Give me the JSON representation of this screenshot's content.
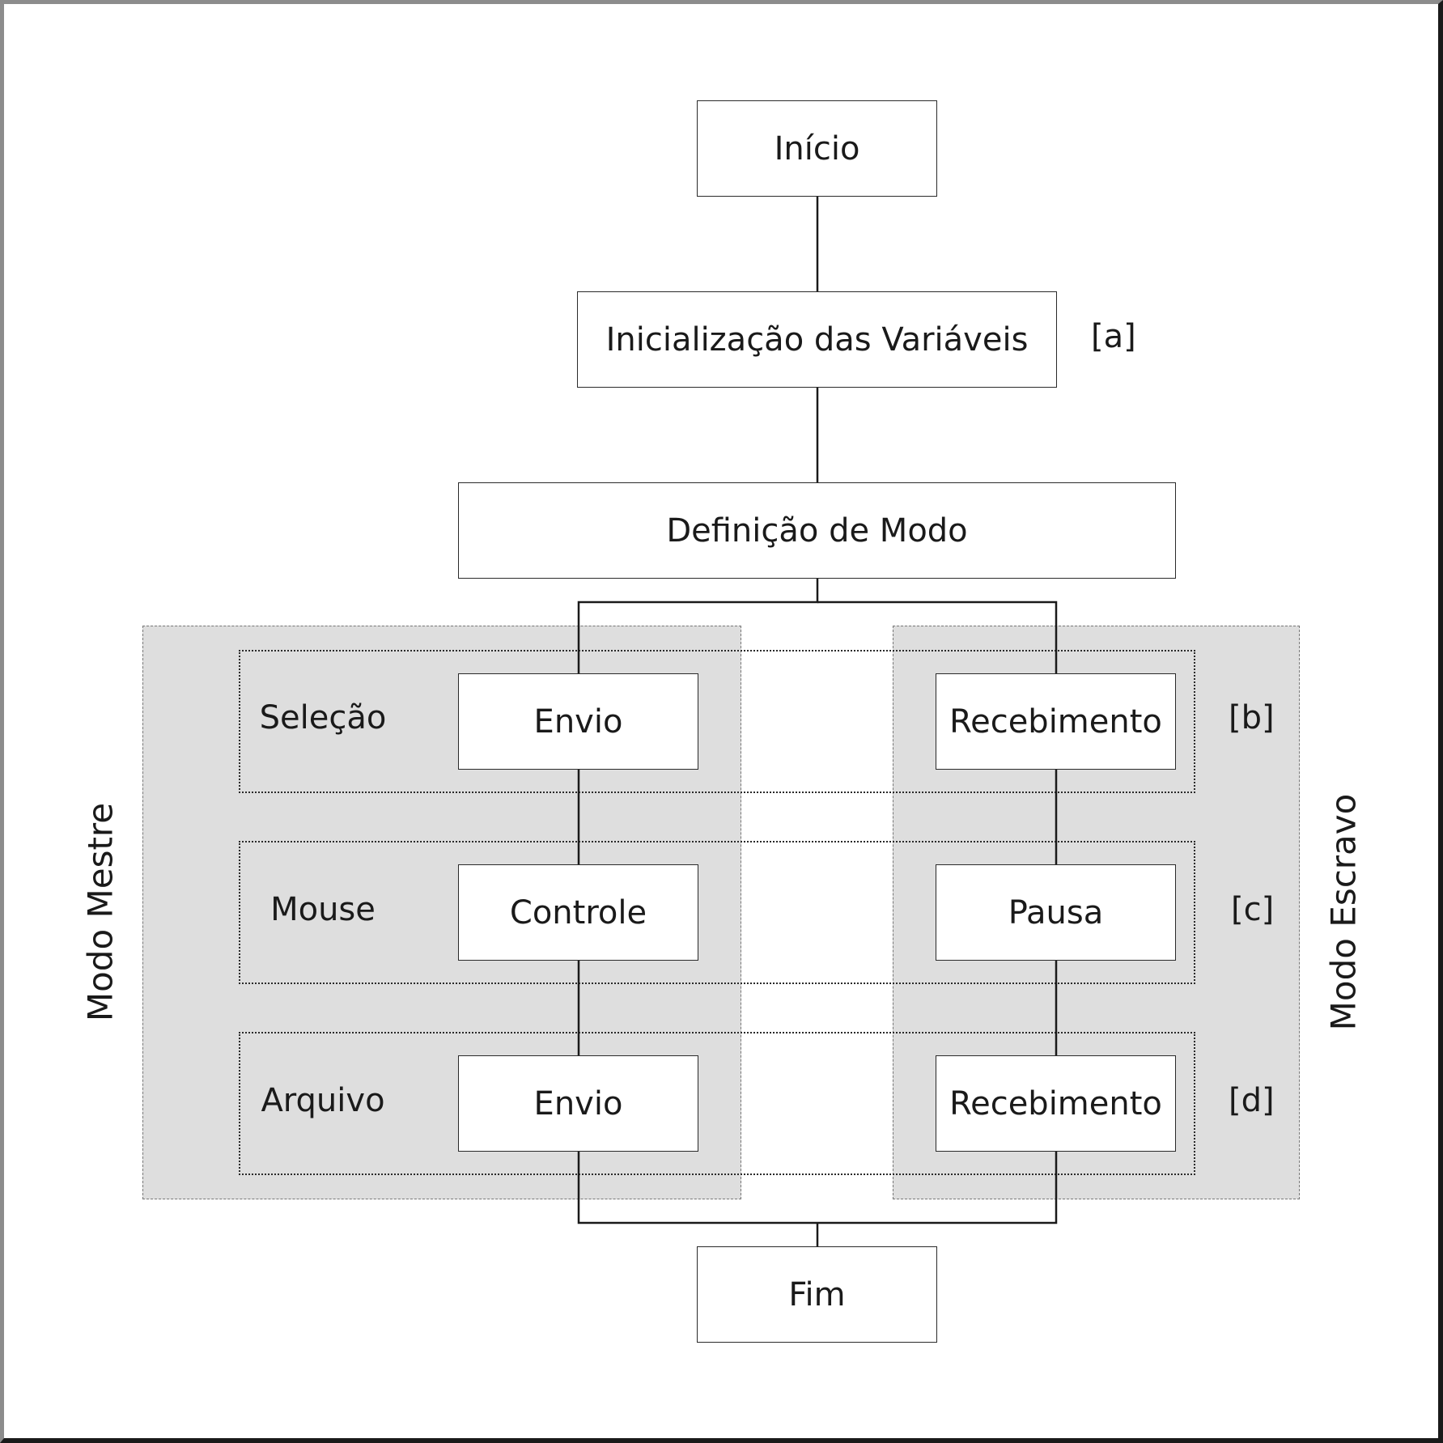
{
  "nodes": {
    "inicio": "Início",
    "inicializacao": "Inicialização das Variáveis",
    "definicao": "Definição de Modo",
    "envio_selecao": "Envio",
    "controle": "Controle",
    "envio_arquivo": "Envio",
    "recebimento_selecao": "Recebimento",
    "pausa": "Pausa",
    "recebimento_arquivo": "Recebimento",
    "fim": "Fim"
  },
  "bands": {
    "selecao": "Seleção",
    "mouse": "Mouse",
    "arquivo": "Arquivo"
  },
  "markers": {
    "a": "[a]",
    "b": "[b]",
    "c": "[c]",
    "d": "[d]"
  },
  "modes": {
    "mestre": "Modo Mestre",
    "escravo": "Modo Escravo"
  },
  "colors": {
    "panel_fill": "#dedede",
    "line": "#1a1a1a",
    "box_fill": "#ffffff"
  }
}
